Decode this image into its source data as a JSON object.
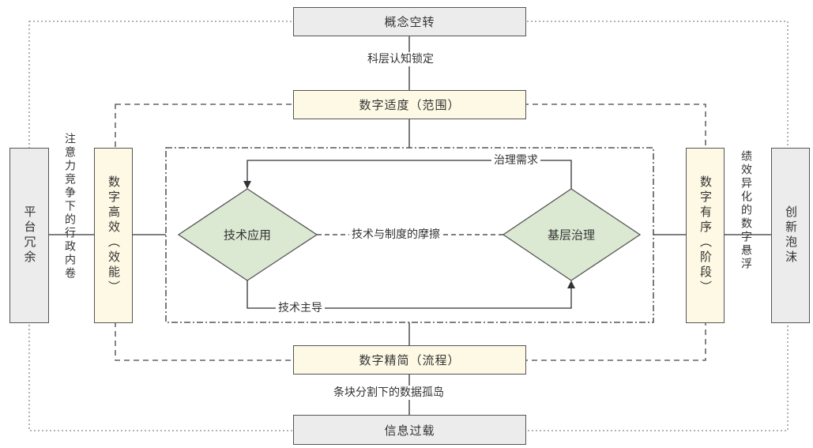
{
  "top": {
    "box": "概念空转",
    "label": "科层认知锁定"
  },
  "bottom": {
    "box": "信息过载",
    "label": "条块分割下的数据孤岛"
  },
  "inner_top": {
    "box": "数字适度（范围）"
  },
  "inner_bottom": {
    "box": "数字精简（流程）"
  },
  "left_outer": {
    "box": "平台冗余",
    "label": "注意力竞争下的行政内卷"
  },
  "right_outer": {
    "box": "创新泡沫",
    "label": "绩效异化的数字悬浮"
  },
  "left_inner": {
    "box": "数字高效（效能）"
  },
  "right_inner": {
    "box": "数字有序（阶段）"
  },
  "center": {
    "left_diamond": "技术应用",
    "right_diamond": "基层治理",
    "middle_label": "技术与制度的摩擦",
    "upper_label": "治理需求",
    "lower_label": "技术主导"
  },
  "colors": {
    "gray_box": "#ececec",
    "yellow_box": "#fdf9e4",
    "diamond": "#dbe8d2",
    "border": "#555555"
  }
}
